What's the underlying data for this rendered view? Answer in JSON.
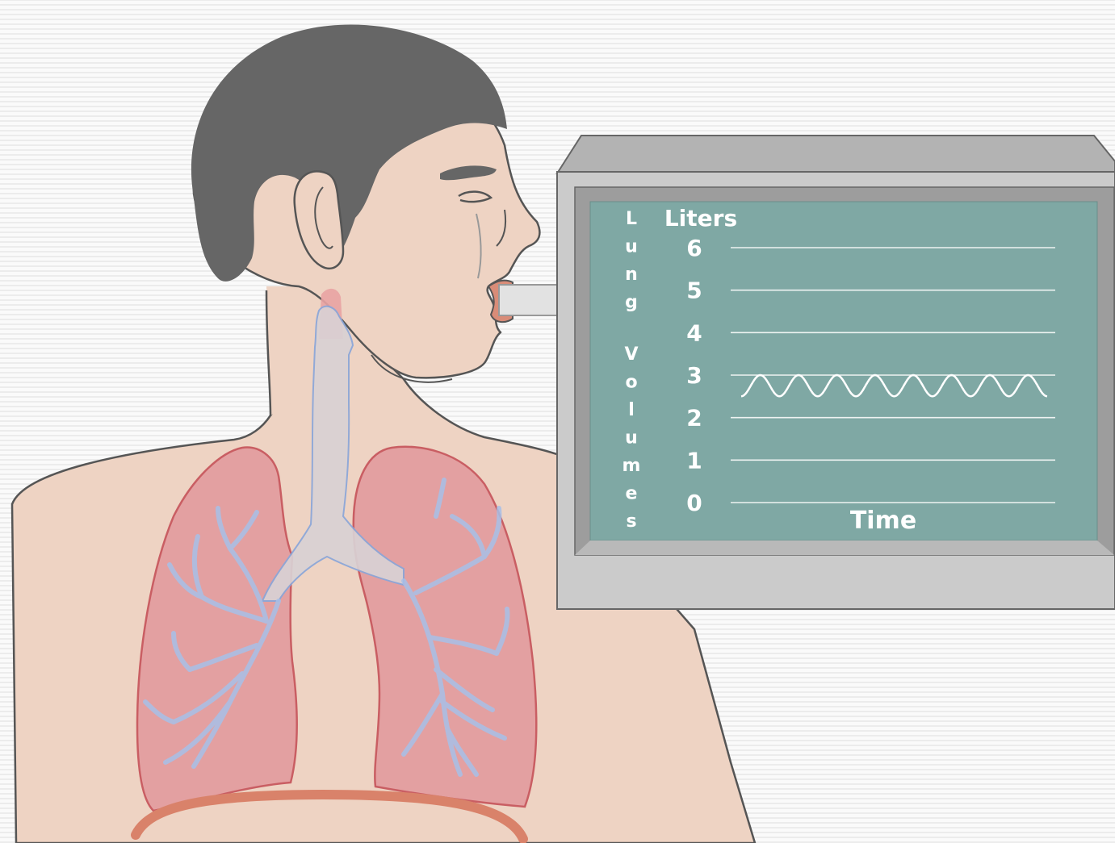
{
  "figure": {
    "subject": "person breathing into spirometer",
    "monitor": {
      "vertical_label": "Lung Volumes",
      "units_label": "Liters",
      "x_label": "Time",
      "y_ticks": [
        "6",
        "5",
        "4",
        "3",
        "2",
        "1",
        "0"
      ]
    },
    "colors": {
      "hair": "#666666",
      "skin": "#eed3c3",
      "skin_outline": "#555555",
      "lung_fill": "#e39ea0",
      "lung_outline": "#c8585e",
      "airway_fill": "#d9d1d4",
      "airway_outline": "#8aa6d9",
      "diaphragm": "#d9826a",
      "monitor_frame": "#c9c9c9",
      "monitor_screen": "#7fa8a4",
      "screen_lines": "#eef3f2"
    }
  },
  "chart_data": {
    "type": "line",
    "ylabel": "Liters",
    "xlabel": "Time",
    "ylim": [
      0,
      6
    ],
    "y_ticks": [
      0,
      1,
      2,
      3,
      4,
      5,
      6
    ],
    "series": [
      {
        "shape": "tidal breathing oscillation",
        "cycles": 8,
        "y_min": 2.5,
        "y_max": 3.0
      }
    ]
  }
}
